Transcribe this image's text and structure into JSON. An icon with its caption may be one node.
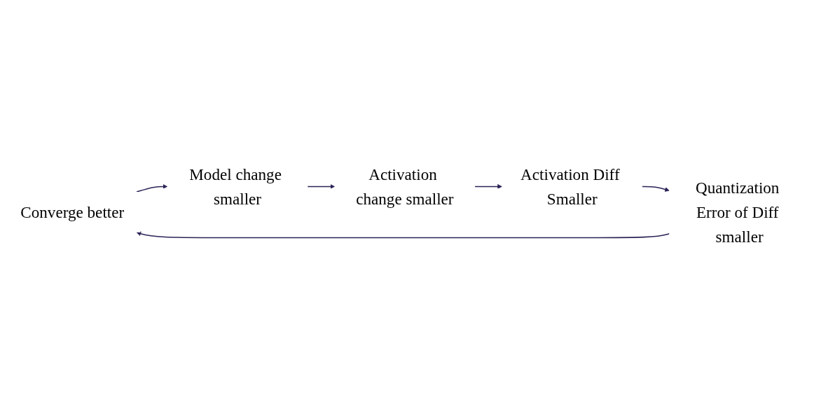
{
  "diagram": {
    "nodes": [
      {
        "text": [
          "Converge better"
        ]
      },
      {
        "text": [
          "Model change smaller"
        ]
      },
      {
        "text": [
          "Activation change smaller"
        ]
      },
      {
        "text": [
          "Activation Diff Smaller"
        ]
      },
      {
        "text": [
          "Quantization Error of Diff smaller"
        ]
      }
    ],
    "edges": [
      {
        "from": 0,
        "to": 1,
        "arrow": "to"
      },
      {
        "from": 1,
        "to": 2,
        "arrow": "to"
      },
      {
        "from": 2,
        "to": 3,
        "arrow": "to"
      },
      {
        "from": 3,
        "to": 4,
        "arrow": "to"
      },
      {
        "from": 4,
        "to": 0,
        "arrow": "to"
      }
    ]
  }
}
